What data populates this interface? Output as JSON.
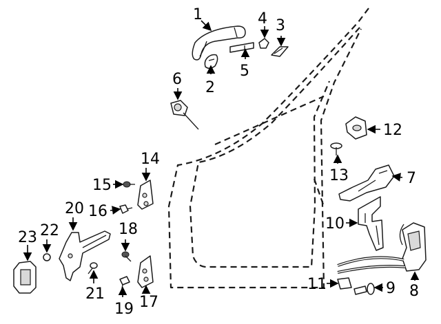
{
  "diagram": {
    "type": "exploded-parts-diagram",
    "parts": [
      {
        "number": "1"
      },
      {
        "number": "2"
      },
      {
        "number": "3"
      },
      {
        "number": "4"
      },
      {
        "number": "5"
      },
      {
        "number": "6"
      },
      {
        "number": "7"
      },
      {
        "number": "8"
      },
      {
        "number": "9"
      },
      {
        "number": "10"
      },
      {
        "number": "11"
      },
      {
        "number": "12"
      },
      {
        "number": "13"
      },
      {
        "number": "14"
      },
      {
        "number": "15"
      },
      {
        "number": "16"
      },
      {
        "number": "17"
      },
      {
        "number": "18"
      },
      {
        "number": "19"
      },
      {
        "number": "20"
      },
      {
        "number": "21"
      },
      {
        "number": "22"
      },
      {
        "number": "23"
      }
    ]
  },
  "colors": {
    "line": "#1a1a1a",
    "shade": "#d9d9d9",
    "background": "#ffffff"
  }
}
